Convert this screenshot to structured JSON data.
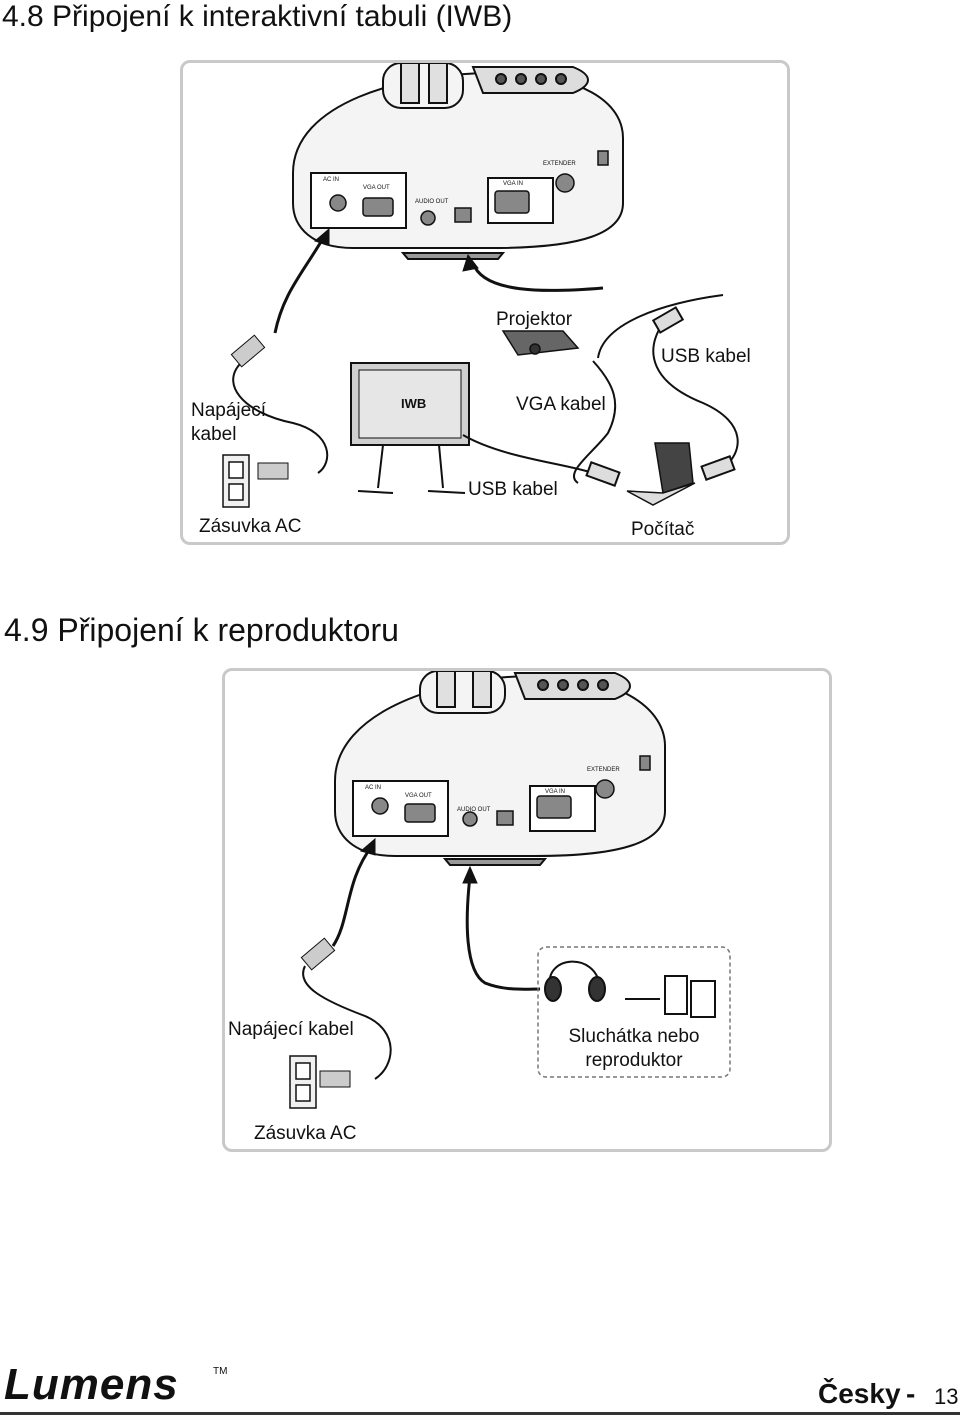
{
  "section1": {
    "heading": "4.8 Připojení k interaktivní tabuli (IWB)",
    "panel": {
      "ports": [
        "AC IN",
        "VGA OUT",
        "AUDIO OUT",
        "VGA IN",
        "EXTENDER"
      ],
      "iwb_board_label": "IWB",
      "labels": {
        "projector": "Projektor",
        "usb_cable_top": "USB kabel",
        "power_cable_line1": "Napájecí",
        "power_cable_line2": "kabel",
        "vga_cable": "VGA kabel",
        "usb_cable_bottom": "USB kabel",
        "ac_outlet": "Zásuvka AC",
        "computer": "Počítač"
      }
    }
  },
  "section2": {
    "heading": "4.9 Připojení k reproduktoru",
    "panel": {
      "ports": [
        "AC IN",
        "VGA OUT",
        "AUDIO OUT",
        "VGA IN",
        "EXTENDER"
      ],
      "labels": {
        "power_cable": "Napájecí kabel",
        "headphones_line1": "Sluchátka nebo",
        "headphones_line2": "reproduktor",
        "ac_outlet": "Zásuvka AC"
      }
    }
  },
  "footer": {
    "logo": "Lumens",
    "trademark": "TM",
    "language": "Česky",
    "separator": "-",
    "page_number": "13"
  }
}
